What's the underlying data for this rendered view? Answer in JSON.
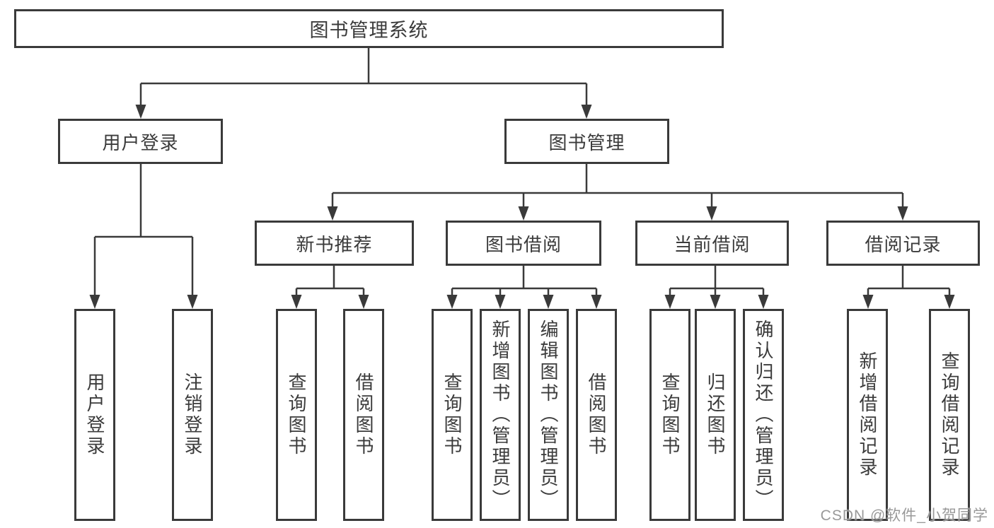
{
  "diagram": {
    "title": "图书管理系统",
    "level2": {
      "user_login": "用户登录",
      "book_management": "图书管理"
    },
    "user_login_children": [
      "用户登录",
      "注销登录"
    ],
    "modules": [
      "新书推荐",
      "图书借阅",
      "当前借阅",
      "借阅记录"
    ],
    "new_book_children": [
      "查询图书",
      "借阅图书"
    ],
    "book_borrow_children": [
      "查询图书",
      "新增图书（管理员）",
      "编辑图书（管理员）",
      "借阅图书"
    ],
    "current_borrow_children": [
      "查询图书",
      "归还图书",
      "确认归还（管理员）"
    ],
    "record_children": [
      "新增借阅记录",
      "查询借阅记录"
    ],
    "colors": {
      "line": "#3a3a3a",
      "text": "#3b3b3b",
      "watermark": "#949494"
    }
  },
  "watermark": "CSDN @软件_小贺同学"
}
